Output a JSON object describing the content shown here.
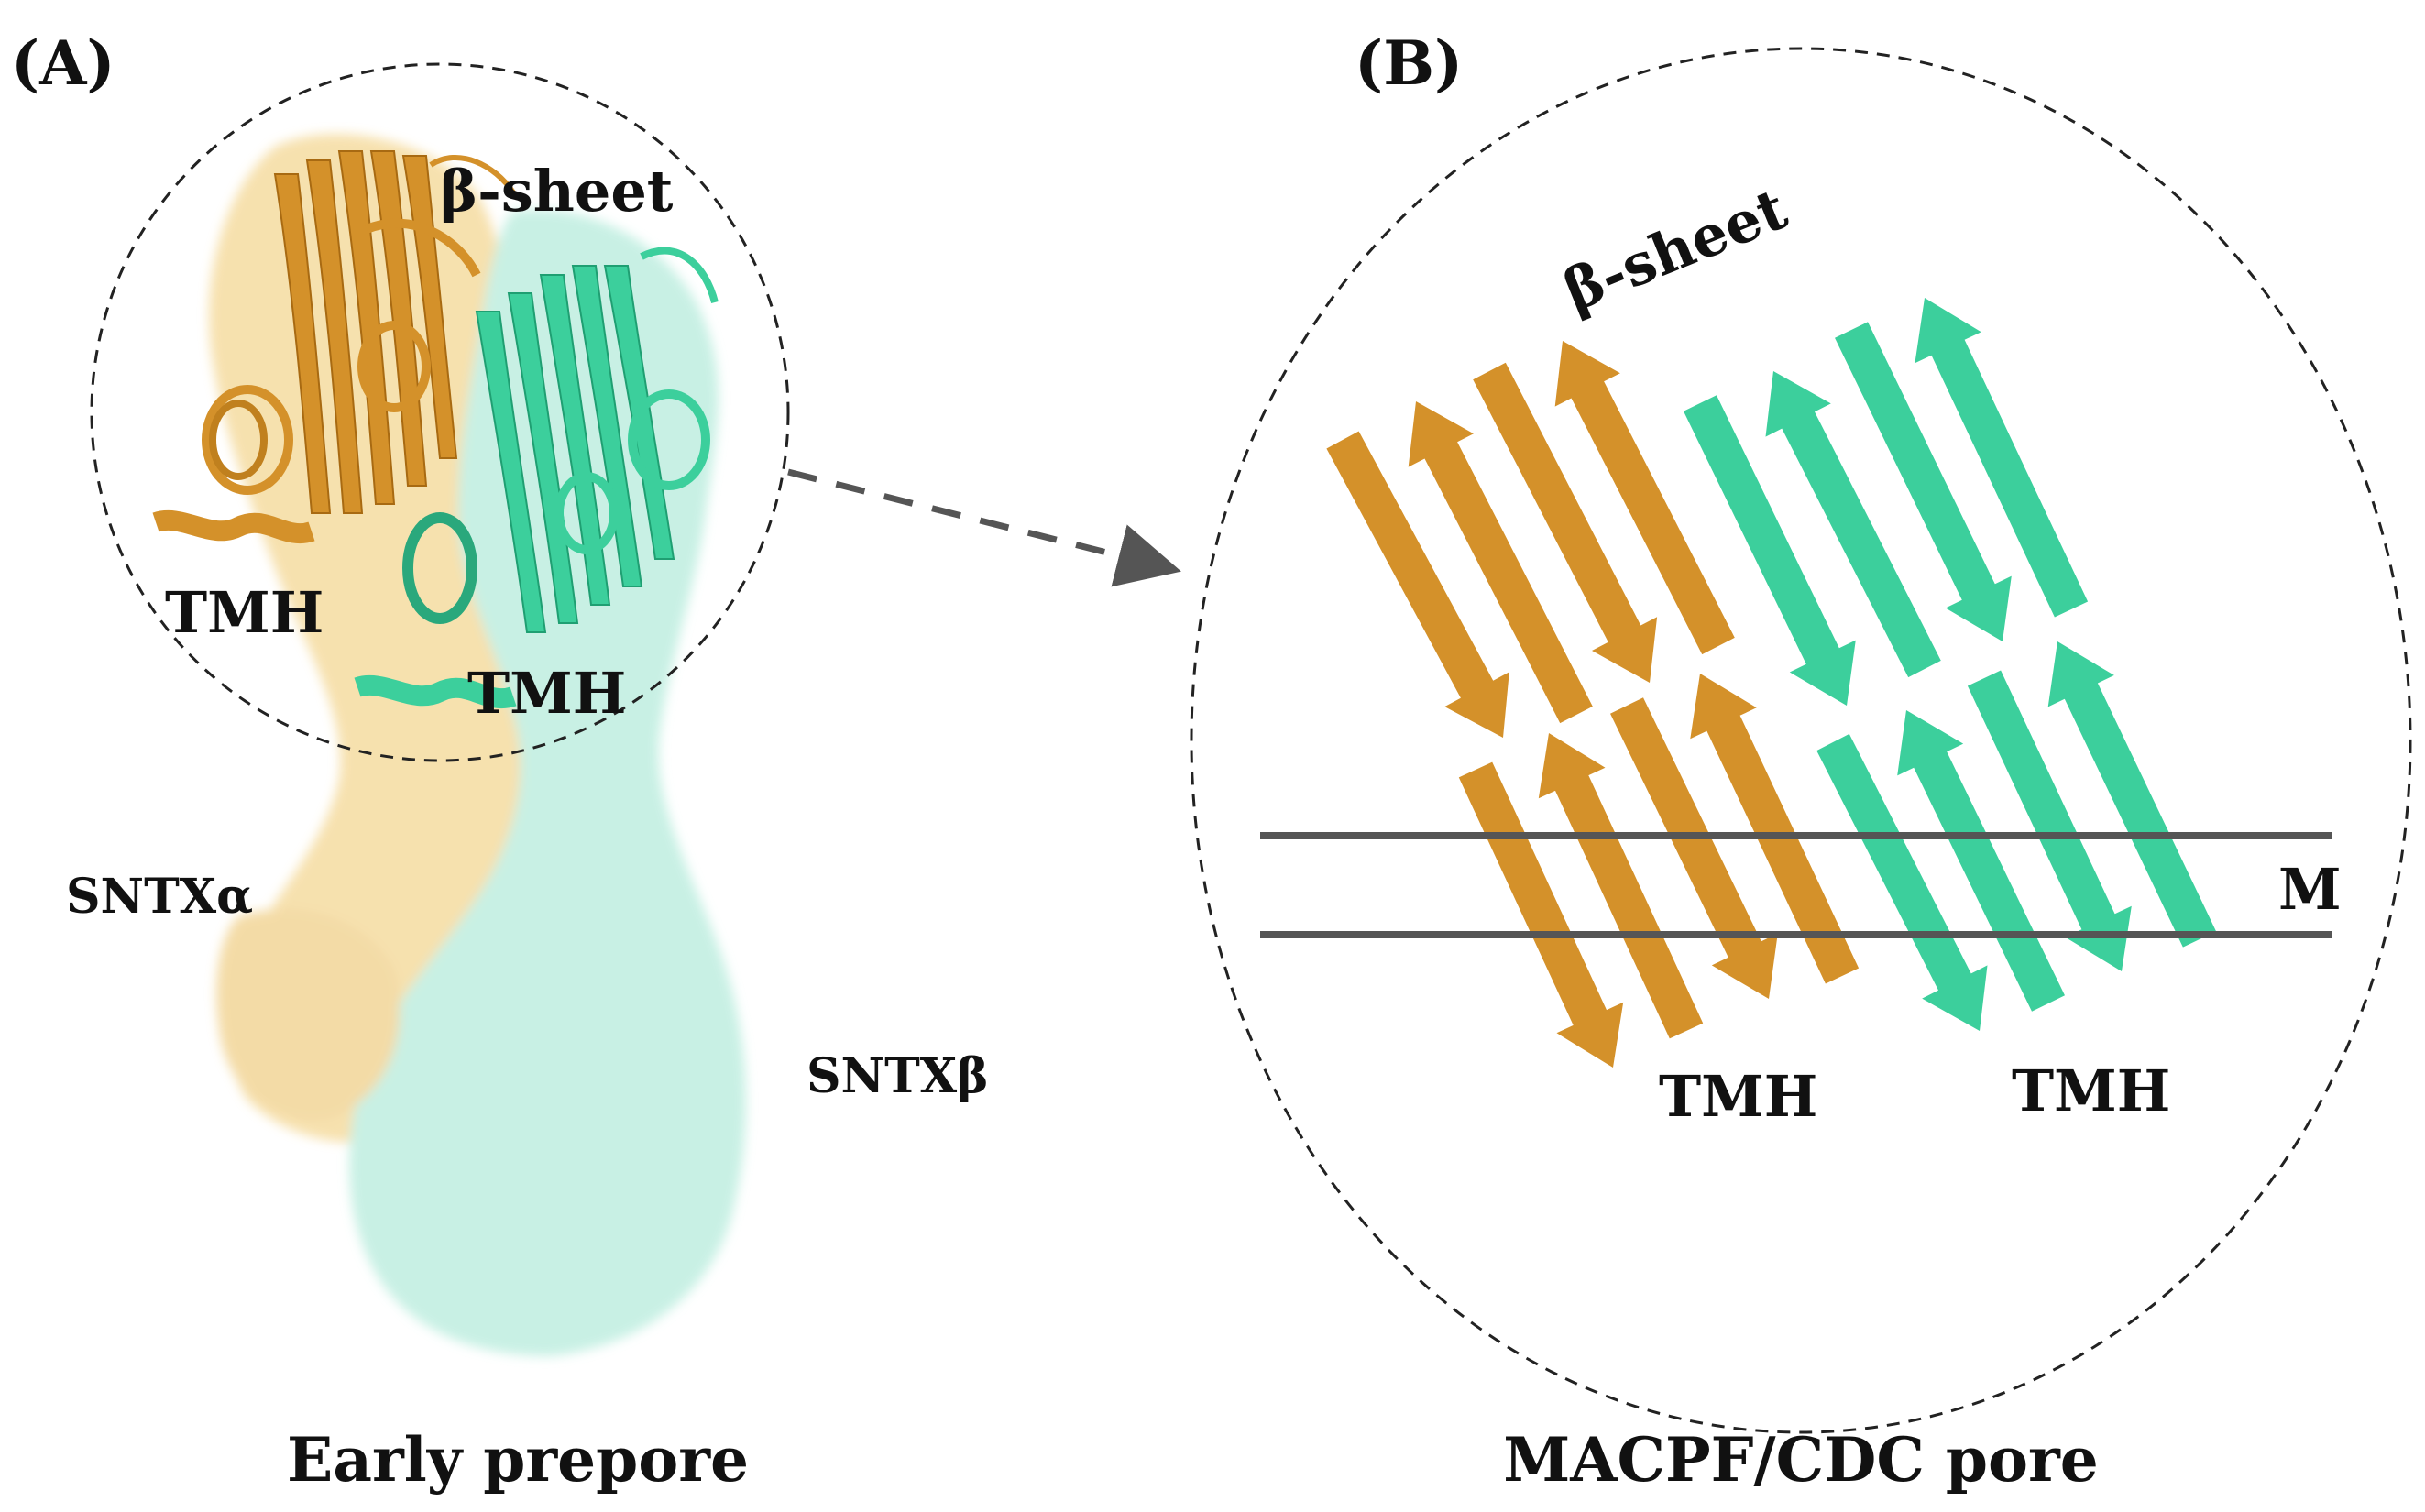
{
  "panels": {
    "a": {
      "label": "(A)",
      "beta_label": "β-sheet",
      "tmh_left": "TMH",
      "tmh_right": "TMH",
      "alpha_label": "SNTXα",
      "beta_subunit_label": "SNTXβ",
      "caption": "Early prepore"
    },
    "b": {
      "label": "(B)",
      "beta_label": "β-sheet",
      "membrane_label": "M",
      "tmh_left": "TMH",
      "tmh_right": "TMH",
      "caption": "MACPF/CDC pore"
    }
  },
  "colors": {
    "alpha_subunit": "#d4912a",
    "beta_subunit": "#3ccf9c",
    "alpha_surface": "#f5dca0",
    "beta_surface": "#bfeee0",
    "membrane_line": "#555555",
    "outline": "#222222"
  }
}
